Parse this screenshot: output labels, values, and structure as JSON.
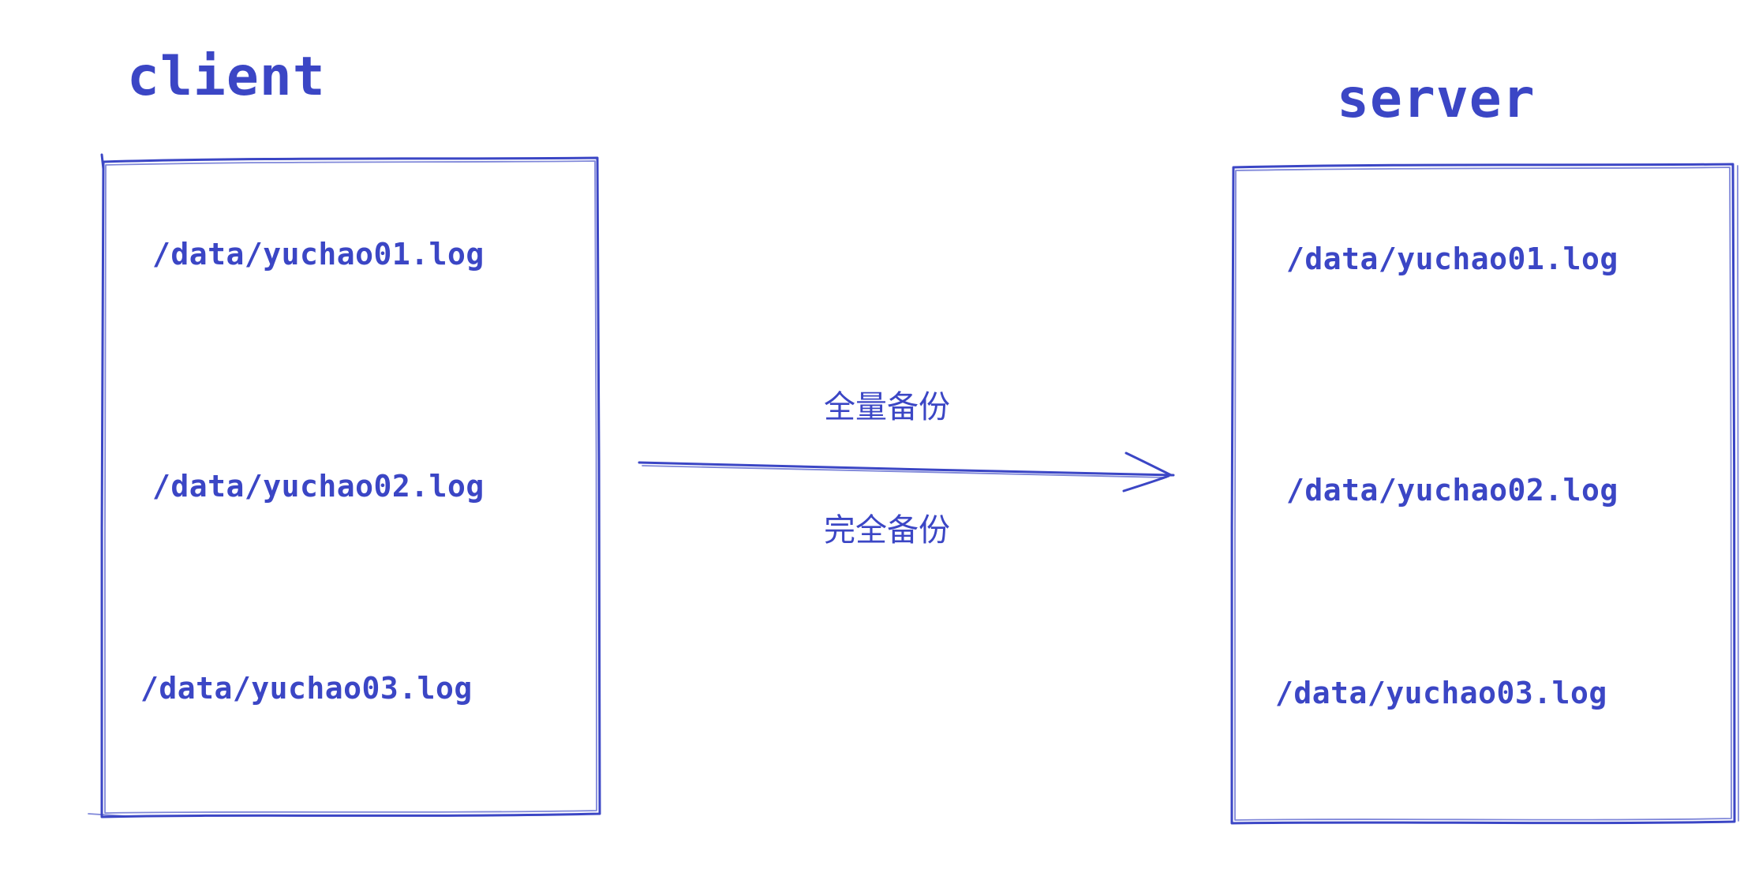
{
  "diagram": {
    "background_color": "#ffffff",
    "ink_color": "#3b46c5",
    "client": {
      "title": "client",
      "files": [
        "/data/yuchao01.log",
        "/data/yuchao02.log",
        "/data/yuchao03.log"
      ]
    },
    "server": {
      "title": "server",
      "files": [
        "/data/yuchao01.log",
        "/data/yuchao02.log",
        "/data/yuchao03.log"
      ]
    },
    "arrow": {
      "label_top": "全量备份",
      "label_bottom": "完全备份"
    }
  }
}
